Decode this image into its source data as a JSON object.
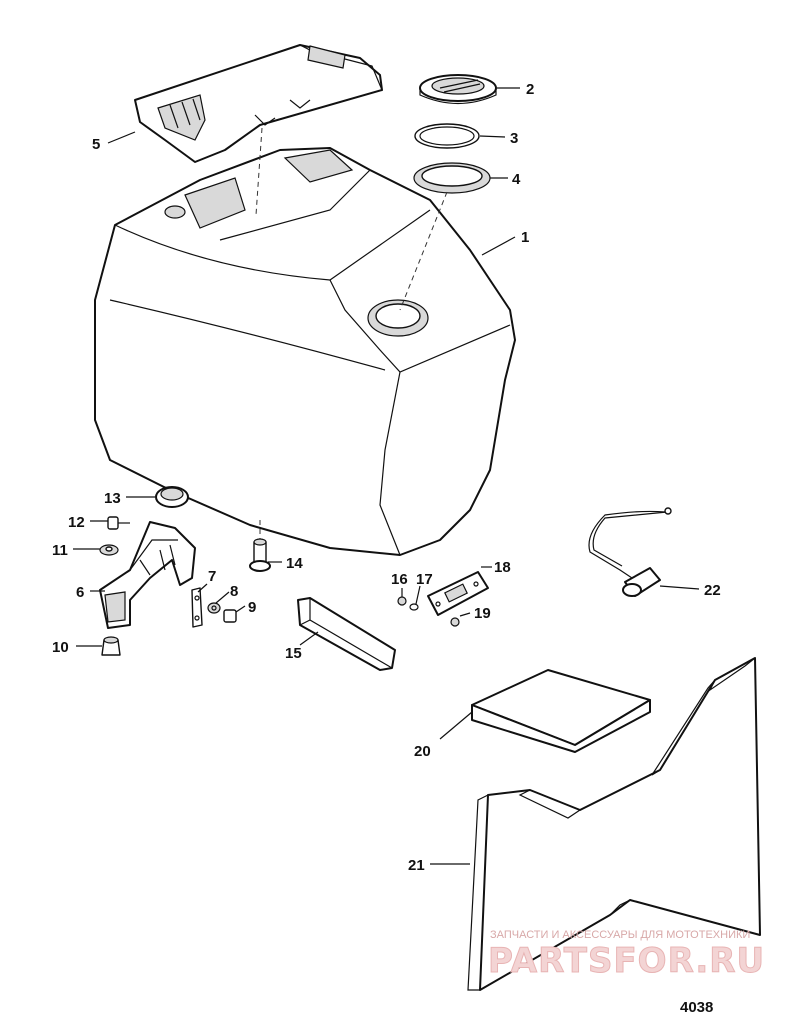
{
  "callouts": {
    "c1": "1",
    "c2": "2",
    "c3": "3",
    "c4": "4",
    "c5": "5",
    "c6": "6",
    "c7": "7",
    "c8": "8",
    "c9": "9",
    "c10": "10",
    "c11": "11",
    "c12": "12",
    "c13": "13",
    "c14": "14",
    "c15": "15",
    "c16": "16",
    "c17": "17",
    "c18": "18",
    "c19": "19",
    "c20": "20",
    "c21": "21",
    "c22": "22"
  },
  "figure_number": "4038",
  "watermark": {
    "tagline": "ЗАПЧАСТИ И АКСЕССУАРЫ ДЛЯ МОТОТЕХНИКИ",
    "brand": "PARTSFOR.RU"
  }
}
